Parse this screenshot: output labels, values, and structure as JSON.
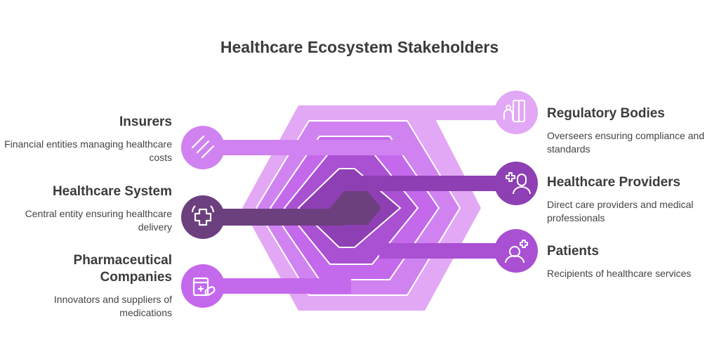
{
  "title": "Healthcare Ecosystem Stakeholders",
  "colors": {
    "ring1": "#e3a8f5",
    "ring2": "#d083f0",
    "ring3": "#c468ec",
    "ring4": "#aa50d3",
    "ring5": "#8e3fb3",
    "core": "#6c3f7e",
    "icon": "#ffffff"
  },
  "stakeholders": {
    "insurers": {
      "name": "Insurers",
      "desc": "Financial entities managing healthcare costs",
      "icon": "pills-icon"
    },
    "system": {
      "name": "Healthcare System",
      "desc": "Central entity ensuring healthcare delivery",
      "icon": "medical-cross-icon"
    },
    "pharma": {
      "name": "Pharmaceutical Companies",
      "desc": "Innovators and suppliers of medications",
      "icon": "medicine-box-icon"
    },
    "regulatory": {
      "name": "Regulatory Bodies",
      "desc": "Overseers ensuring compliance and standards",
      "icon": "regulators-icon"
    },
    "providers": {
      "name": "Healthcare Providers",
      "desc": "Direct care providers and medical professionals",
      "icon": "doctor-icon"
    },
    "patients": {
      "name": "Patients",
      "desc": "Recipients of healthcare services",
      "icon": "patient-icon"
    }
  }
}
